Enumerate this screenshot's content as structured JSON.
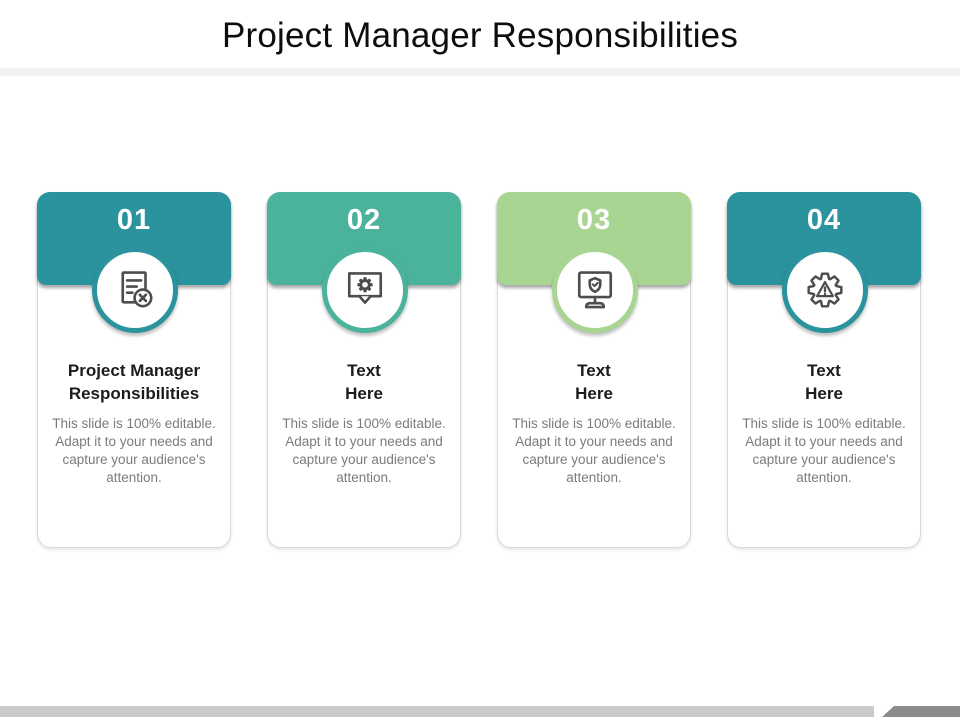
{
  "slide": {
    "title": "Project Manager Responsibilities"
  },
  "cards": [
    {
      "number": "01",
      "title": "Project Manager\nResponsibilities",
      "body": "This slide is 100% editable. Adapt it to your needs and capture your audience's attention.",
      "accent": "#2B939D",
      "icon": "document-cancel-icon"
    },
    {
      "number": "02",
      "title": "Text\nHere",
      "body": "This slide is 100% editable. Adapt it to your needs and capture your audience's attention.",
      "accent": "#4BB29B",
      "icon": "gear-speech-bubble-icon"
    },
    {
      "number": "03",
      "title": "Text\nHere",
      "body": "This slide is 100% editable. Adapt it to your needs and capture your audience's attention.",
      "accent": "#A9D592",
      "icon": "monitor-shield-icon"
    },
    {
      "number": "04",
      "title": "Text\nHere",
      "body": "This slide is 100% editable. Adapt it to your needs and capture your audience's attention.",
      "accent": "#2B939D",
      "icon": "gear-warning-icon"
    }
  ],
  "colors": {
    "teal": "#2B939D",
    "seagreen": "#4BB29B",
    "lightgreen": "#A9D592",
    "icon_stroke": "#4D4D4D",
    "title_text": "#0D0D0D",
    "body_text": "#7B7B7B",
    "divider": "#F1F1F1",
    "footer_light": "#CBCBCB",
    "footer_dark": "#8B8B8B"
  }
}
